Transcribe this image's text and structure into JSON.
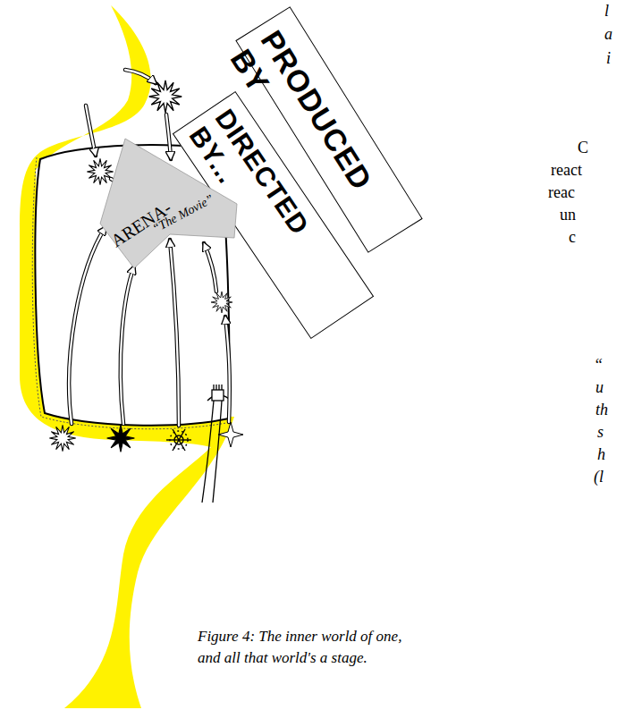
{
  "diagram": {
    "caption": "Figure 4: The inner world of one, and all that world's a stage.",
    "nodes": [
      {
        "text": [
          "ARENA-",
          "“The Movie”"
        ]
      },
      {
        "text": [
          "PRODUCED BY"
        ]
      },
      {
        "text": [
          "DIRECTED BY..."
        ]
      }
    ],
    "labels": [
      "l",
      "a",
      "i",
      "C",
      "react",
      "reac",
      "un",
      "c",
      "“",
      "u",
      "th",
      "s",
      "h",
      "(l"
    ]
  }
}
